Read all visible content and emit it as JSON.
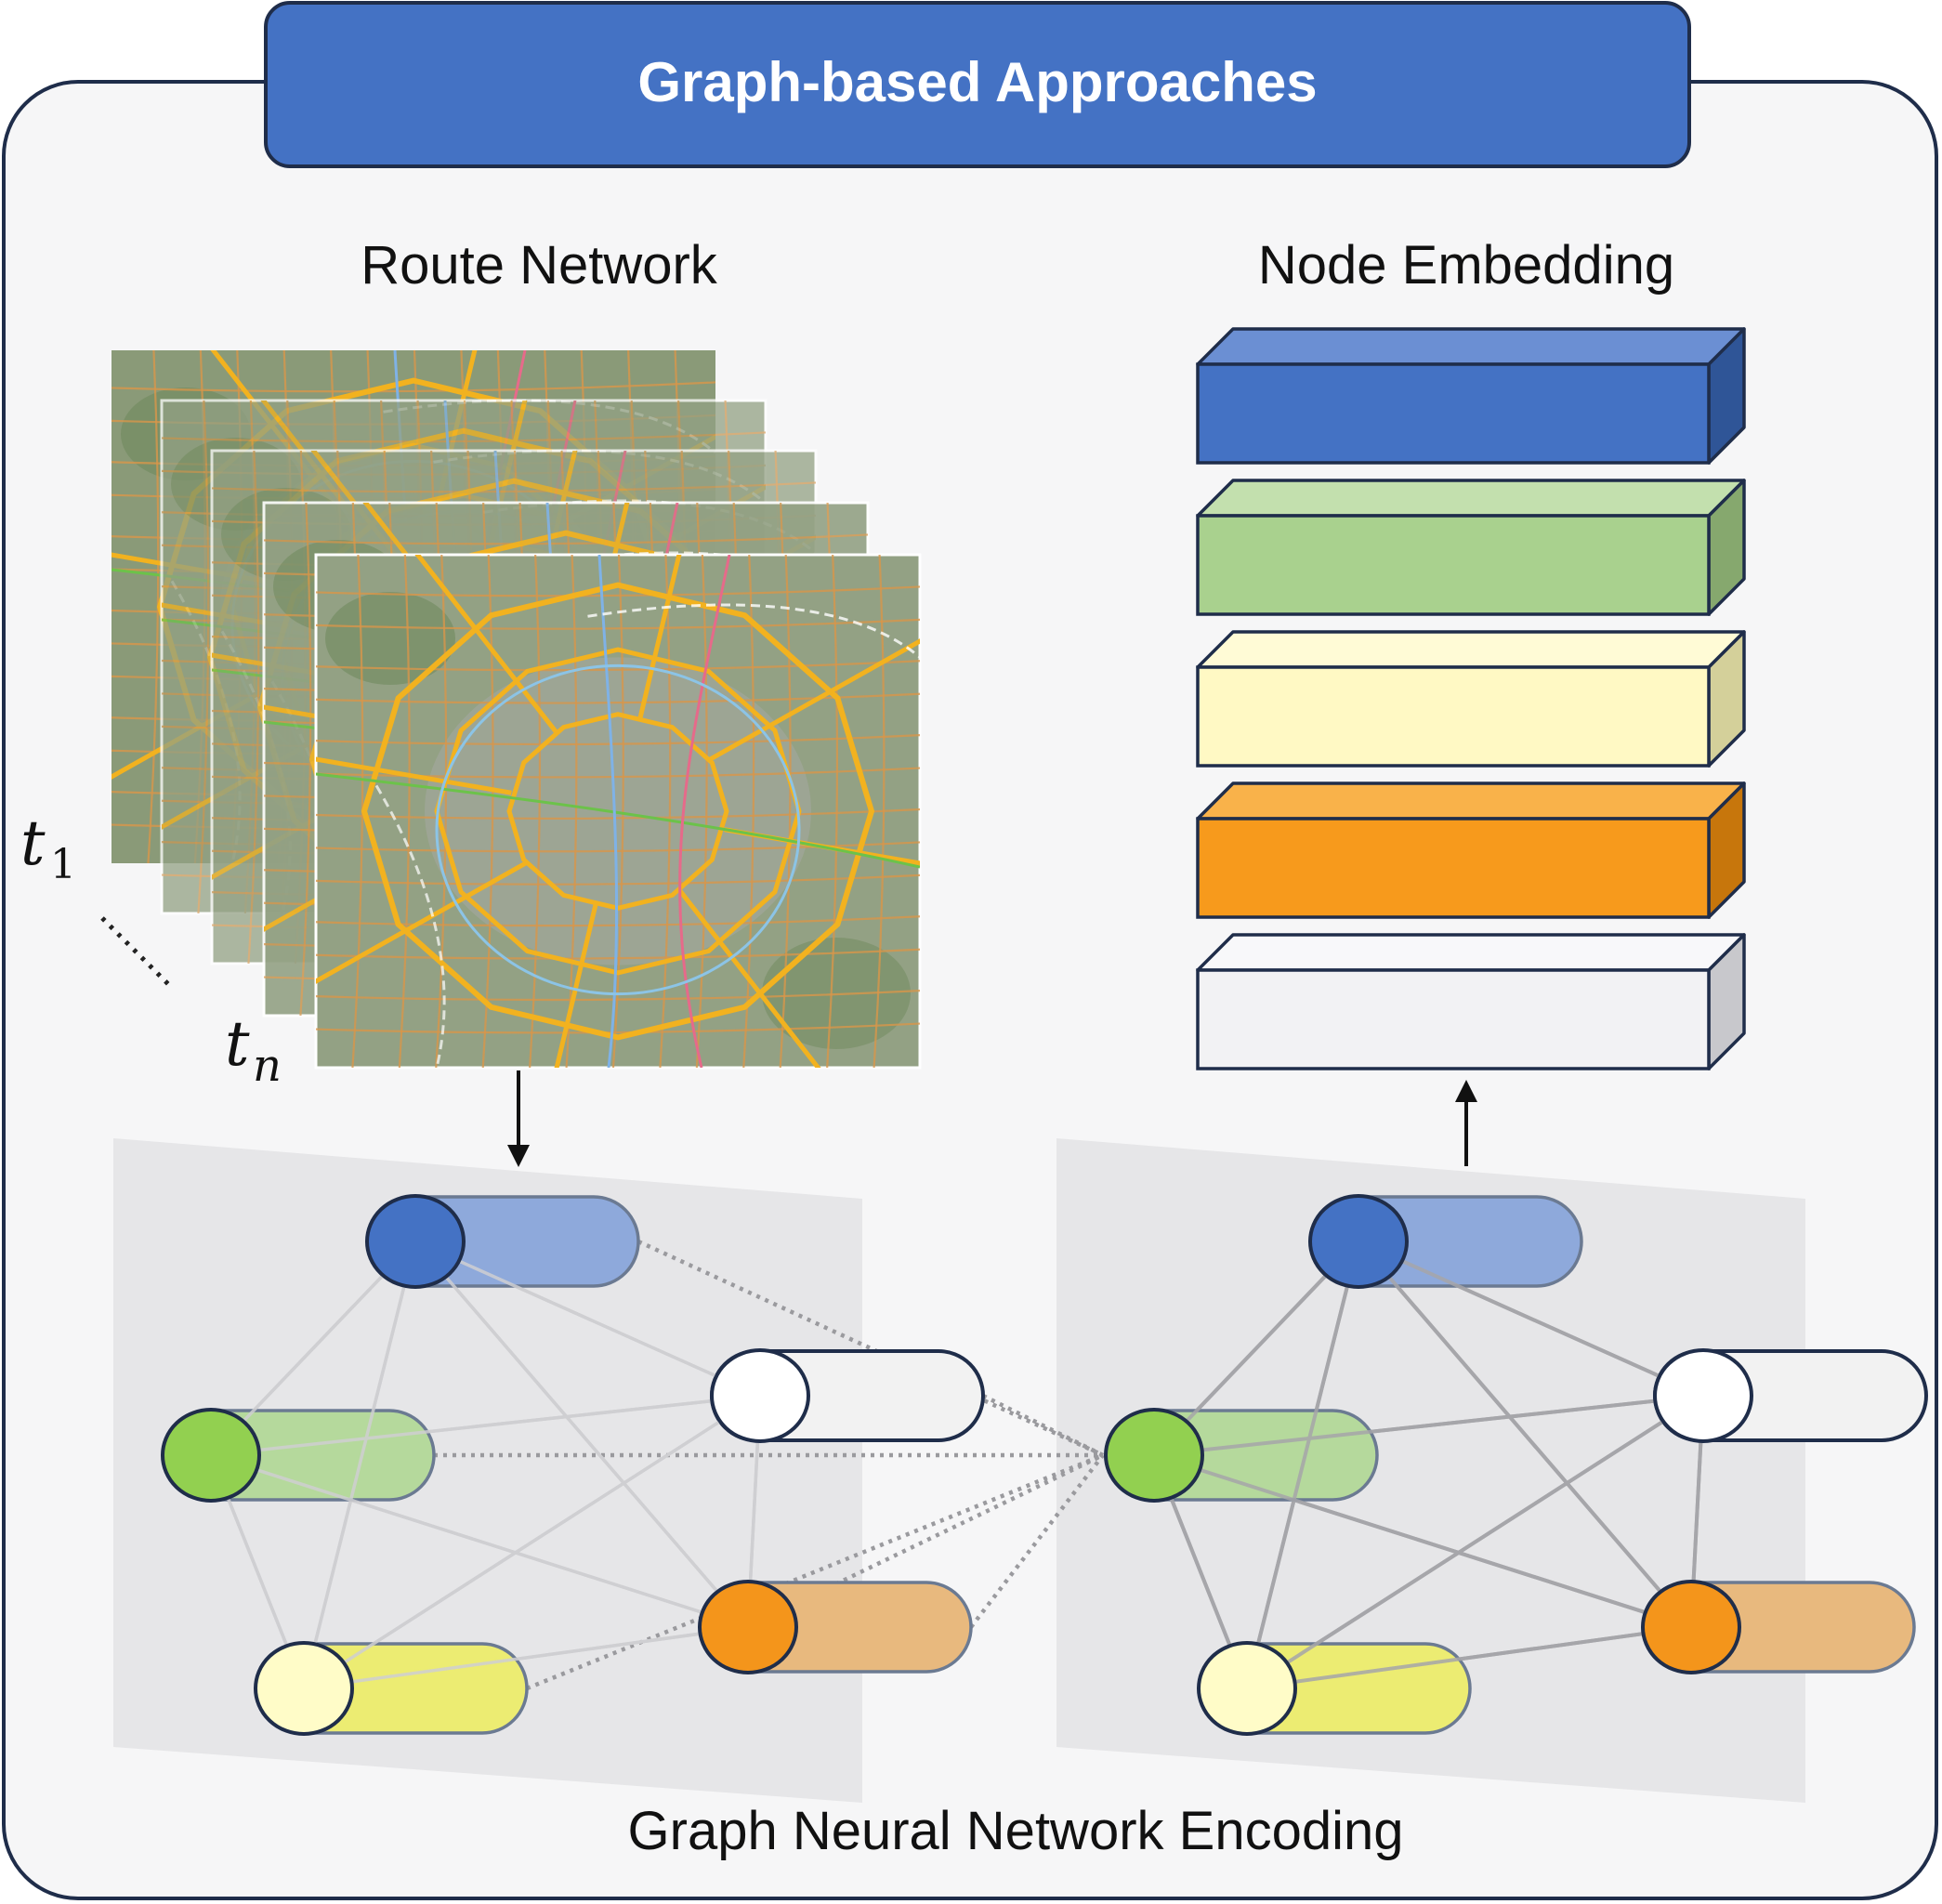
{
  "title": "Graph-based Approaches",
  "route_network": {
    "heading": "Route Network",
    "time_first": "t",
    "time_first_sub": "1",
    "time_last": "t",
    "time_last_sub": "n"
  },
  "node_embedding": {
    "heading": "Node Embedding",
    "blocks": [
      {
        "front": "#4472c4",
        "top": "#6b8fd3",
        "side": "#2f5597"
      },
      {
        "front": "#a9d18e",
        "top": "#c3e0ae",
        "side": "#86a86e"
      },
      {
        "front": "#fff9c4",
        "top": "#fffbd6",
        "side": "#d4d09a"
      },
      {
        "front": "#f79a1c",
        "top": "#f9b24a",
        "side": "#c7760c"
      },
      {
        "front": "#f2f2f4",
        "top": "#f8f8fa",
        "side": "#c8c8cc"
      }
    ]
  },
  "gnn": {
    "caption": "Graph Neural Network Encoding",
    "node_colors": {
      "blue": {
        "circle": "#4472c4",
        "bar": "#8ea9db"
      },
      "green": {
        "circle": "#92d050",
        "bar": "#b5d99c"
      },
      "white": {
        "circle": "#ffffff",
        "bar": "#f2f2f2"
      },
      "orange": {
        "circle": "#f4951b",
        "bar": "#e8b97e"
      },
      "yellow": {
        "circle": "#fffcc8",
        "bar": "#ecec72"
      }
    }
  },
  "colors": {
    "panel_bg": "#f6f6f7",
    "panel_border": "#1f2d4a",
    "title_bar": "#4472c4",
    "plane": "#e6e6e8"
  }
}
